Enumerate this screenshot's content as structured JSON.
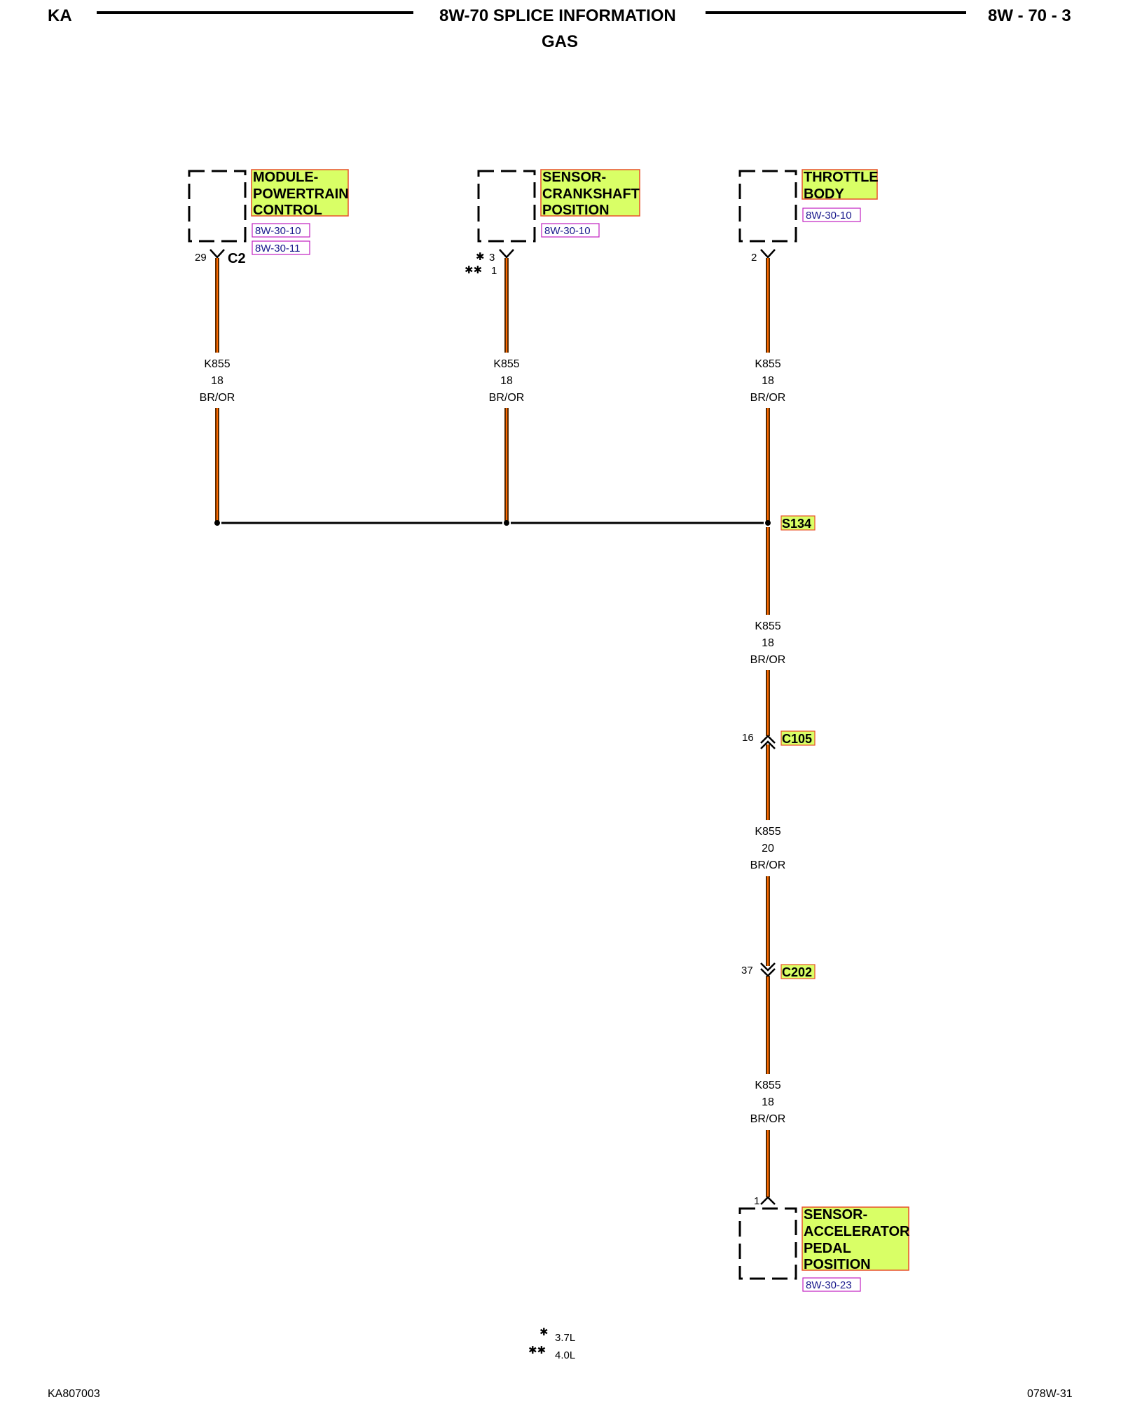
{
  "header": {
    "left": "KA",
    "title": "8W-70 SPLICE INFORMATION",
    "subtitle": "GAS",
    "right": "8W - 70 - 3"
  },
  "components": {
    "pcm": {
      "lines": [
        "MODULE-",
        "POWERTRAIN",
        "CONTROL"
      ],
      "refs": [
        "8W-30-10",
        "8W-30-11"
      ],
      "pin": "29",
      "connector": "C2"
    },
    "ckp": {
      "lines": [
        "SENSOR-",
        "CRANKSHAFT",
        "POSITION"
      ],
      "refs": [
        "8W-30-10"
      ],
      "pin_a": "3",
      "pin_b": "1"
    },
    "tb": {
      "lines": [
        "THROTTLE",
        "BODY"
      ],
      "refs": [
        "8W-30-10"
      ],
      "pin": "2"
    },
    "apps": {
      "lines": [
        "SENSOR-",
        "ACCELERATOR",
        "PEDAL",
        "POSITION"
      ],
      "refs": [
        "8W-30-23"
      ],
      "pin": "1"
    }
  },
  "wires": {
    "w1": {
      "circuit": "K855",
      "gauge": "18",
      "color": "BR/OR"
    },
    "w2": {
      "circuit": "K855",
      "gauge": "18",
      "color": "BR/OR"
    },
    "w3": {
      "circuit": "K855",
      "gauge": "18",
      "color": "BR/OR"
    },
    "w4": {
      "circuit": "K855",
      "gauge": "18",
      "color": "BR/OR"
    },
    "w5": {
      "circuit": "K855",
      "gauge": "20",
      "color": "BR/OR"
    },
    "w6": {
      "circuit": "K855",
      "gauge": "18",
      "color": "BR/OR"
    }
  },
  "splice": {
    "id": "S134"
  },
  "connectors": {
    "c105": {
      "id": "C105",
      "pin": "16"
    },
    "c202": {
      "id": "C202",
      "pin": "37"
    }
  },
  "legend": {
    "star1_symbol": "✱",
    "star1_label": "3.7L",
    "star2_symbol": "✱✱",
    "star2_label": "4.0L"
  },
  "footer": {
    "left": "KA807003",
    "right": "078W-31"
  },
  "colors": {
    "wire_brown": "#5a2a00",
    "wire_orange": "#ff6a00",
    "label_fill": "#d9ff66",
    "label_border": "#e8502a",
    "ref_border": "#c020c0"
  }
}
